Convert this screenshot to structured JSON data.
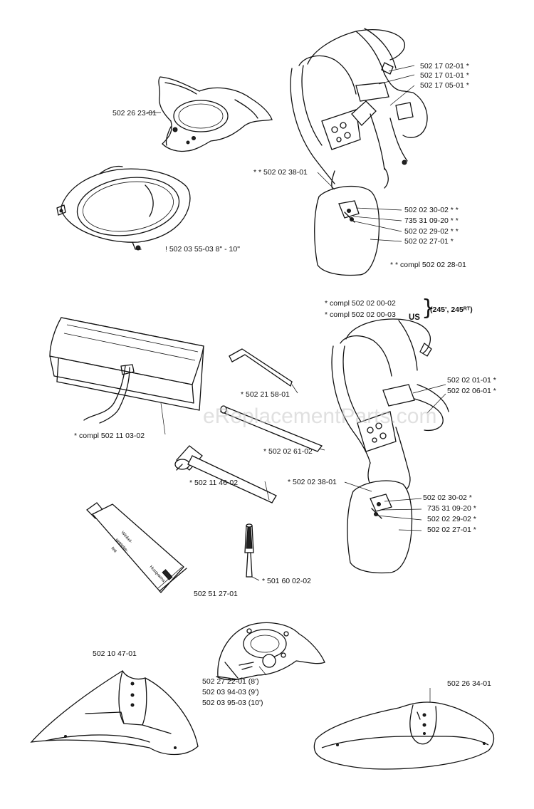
{
  "labels": {
    "shield_top_ring": "502 26 23-01",
    "ring_guard": "! 502 03 55-03 8\" - 10\"",
    "h1_a": "502 17 02-01 *",
    "h1_b": "502 17 01-01 *",
    "h1_c": "502 17 05-01 *",
    "h1_d": "* * 502 02 38-01",
    "h1_e": "502 02 30-02 * *",
    "h1_f": "735 31 09-20 * *",
    "h1_g": "502 02 29-02 * *",
    "h1_h": "502 02 27-01 *",
    "h1_compl": "* * compl 502 02 28-01",
    "compl_1": "* compl 502 02 00-02",
    "compl_2": "* compl 502 02 00-03",
    "compl_us": "US",
    "compl_models": "(245', 245ᴿᵀ)",
    "hex_key": "* 502 21 58-01",
    "pouch": "* compl 502 11 03-02",
    "rod": "* 502 02 61-02",
    "wrench": "* 502 11 46-02",
    "h2_a": "502 02 01-01 *",
    "h2_b": "502 02 06-01 *",
    "h2_c": "* 502 02 38-01",
    "h2_d": "502 02 30-02 *",
    "h2_e": "735 31 09-20 *",
    "h2_f": "502 02 29-02 *",
    "h2_g": "502 02 27-01 *",
    "tube": "502 51 27-01",
    "pin": "* 501 60 02-02",
    "guard_left": "502 10 47-01",
    "guard_mid_1": "502 27 22-01  (8')",
    "guard_mid_2": "502 03 94-03  (9')",
    "guard_mid_3": "502 03 95-03  (10')",
    "guard_right": "502 26 34-01"
  },
  "tube_text": {
    "l1": "Winkel-",
    "l2": "getriebe-",
    "l3": "fett",
    "brand": "Husqvarna"
  },
  "watermark": "eReplacementParts.com",
  "brace_glyph": "}",
  "colors": {
    "ink": "#111111",
    "watermark": "#c8c8c8",
    "paper": "#ffffff"
  }
}
